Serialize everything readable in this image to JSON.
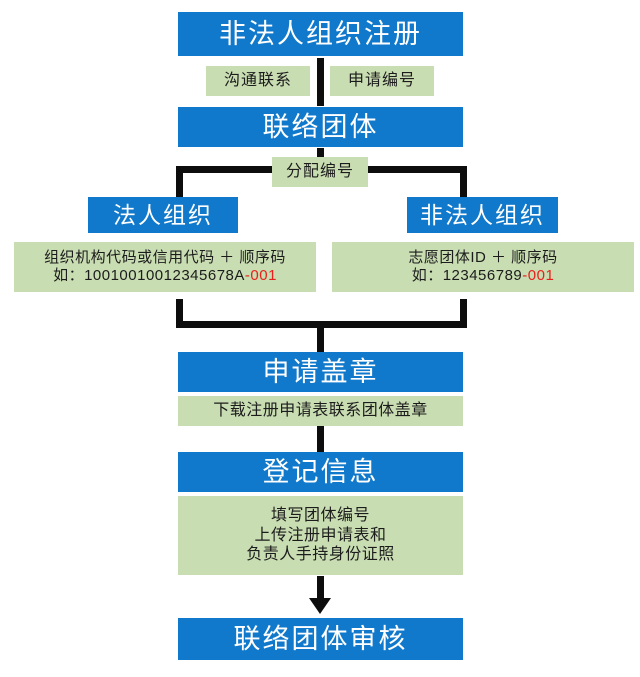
{
  "diagram": {
    "title_node": {
      "label": "非法人组织注册"
    },
    "tags_row1": [
      {
        "label": "沟通联系"
      },
      {
        "label": "申请编号"
      }
    ],
    "node_liaison": {
      "label": "联络团体"
    },
    "tag_assign": {
      "label": "分配编号"
    },
    "branch_left": {
      "node": {
        "label": "法人组织"
      },
      "note": {
        "line1": "组织机构代码或信用代码 ＋ 顺序码",
        "line2_prefix": "如：10010010012345678A",
        "line2_suffix": "-001"
      }
    },
    "branch_right": {
      "node": {
        "label": "非法人组织"
      },
      "note": {
        "line1": "志愿团体ID ＋ 顺序码",
        "line2_prefix": "如：123456789",
        "line2_suffix": "-001"
      }
    },
    "node_seal": {
      "label": "申请盖章"
    },
    "note_seal": {
      "line1": "下载注册申请表联系团体盖章"
    },
    "node_register": {
      "label": "登记信息"
    },
    "note_register": {
      "line1": "填写团体编号",
      "line2": "上传注册申请表和",
      "line3": "负责人手持身份证照"
    },
    "node_review": {
      "label": "联络团体审核"
    }
  },
  "colors": {
    "node_blue": "#1179cb",
    "note_green": "#c9ddb2",
    "connector_black": "#0d0d0d",
    "highlight_red": "#e8201c",
    "node_text": "#ffffff"
  }
}
